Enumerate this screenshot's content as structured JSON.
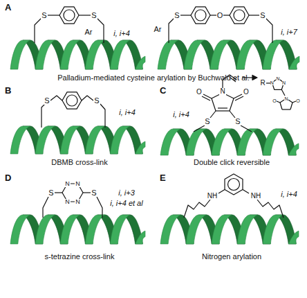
{
  "diagram": {
    "labels": [
      "A",
      "S",
      "S",
      "Ar",
      "i, i+4",
      "S",
      "O",
      "S",
      "Ar",
      "i, i+7",
      "Palladium-mediated cysteine arylation by Buchwald et al.",
      "B",
      "S",
      "S",
      "i, i+4",
      "DBMB cross-link",
      "C",
      "N",
      "O",
      "O",
      "S",
      "S",
      "R",
      "N",
      "N",
      "N",
      "N",
      "O",
      "O",
      "i, i+4",
      "Double click reversible",
      "D",
      "S",
      "S",
      "N",
      "N",
      "N",
      "N",
      "i, i+3",
      "i, i+4 et al",
      "s-tetrazine cross-link",
      "E",
      "NH",
      "NH",
      "i, i+4",
      "Nitrogen arylation"
    ]
  }
}
